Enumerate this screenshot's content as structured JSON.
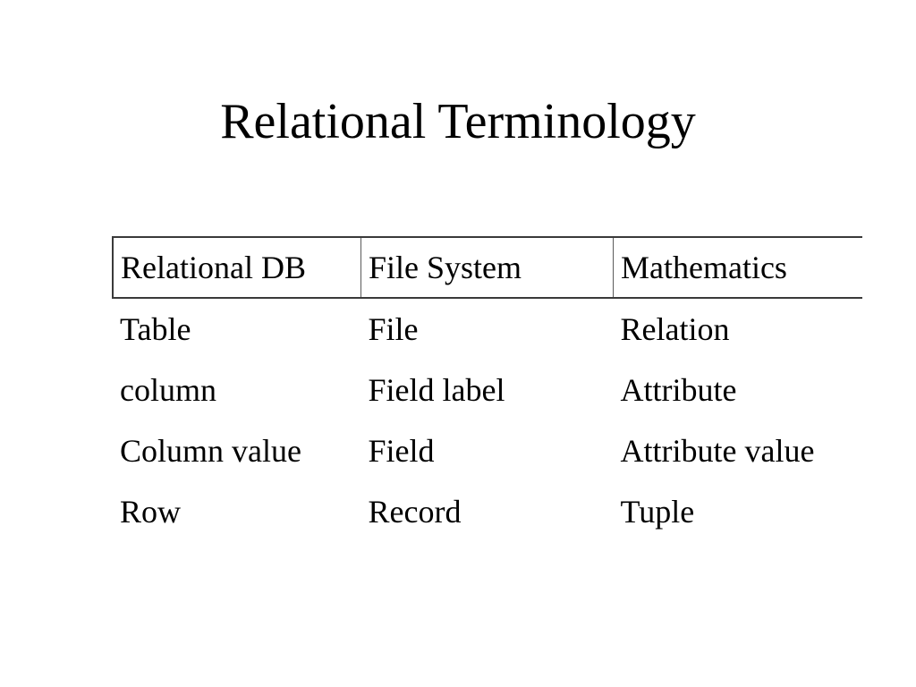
{
  "slide": {
    "title": "Relational Terminology"
  },
  "table": {
    "headers": [
      "Relational DB",
      "File System",
      "Mathematics"
    ],
    "rows": [
      [
        "Table",
        "File",
        "Relation"
      ],
      [
        "column",
        "Field label",
        "Attribute"
      ],
      [
        "Column value",
        "Field",
        "Attribute value"
      ],
      [
        "Row",
        "Record",
        "Tuple"
      ]
    ]
  }
}
